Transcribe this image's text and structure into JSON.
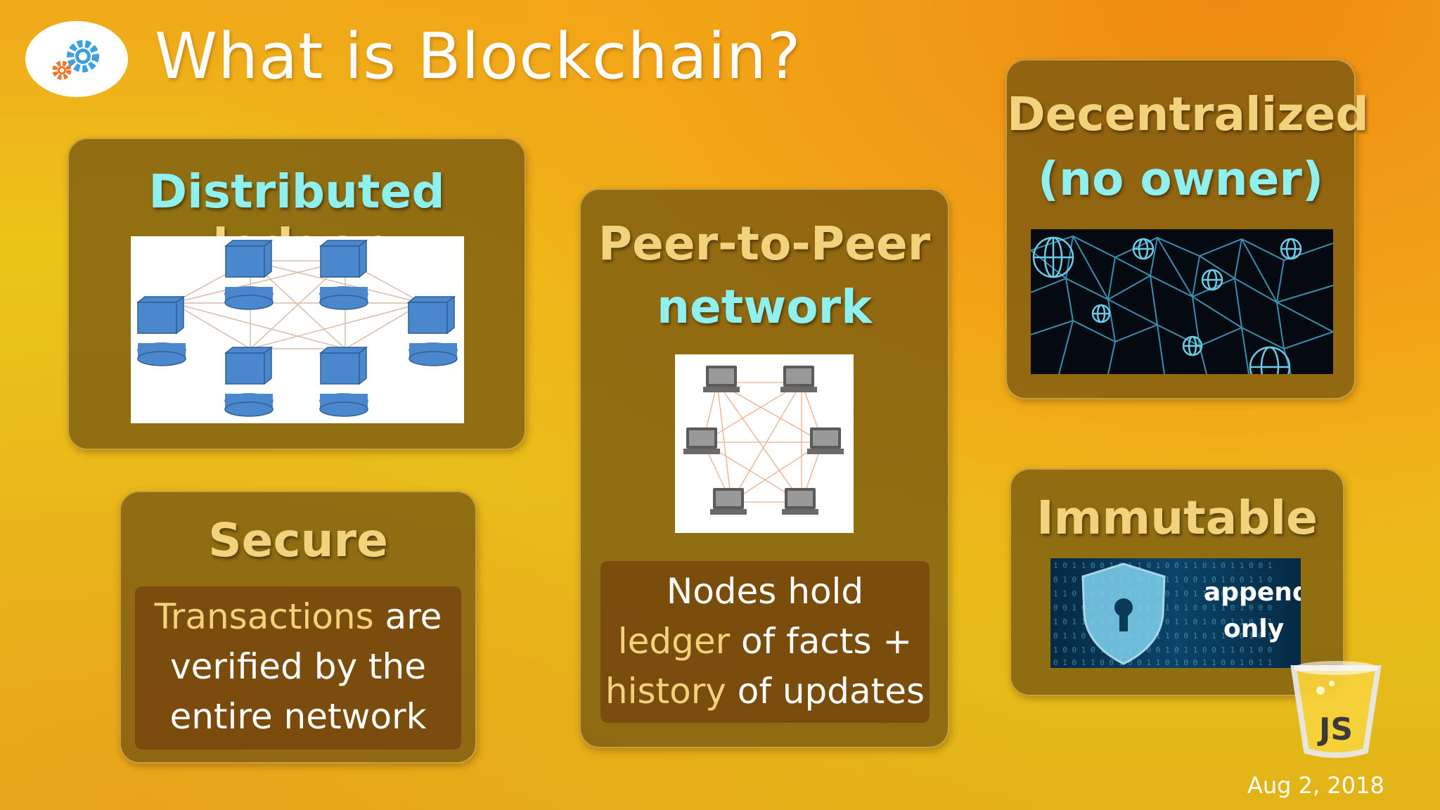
{
  "title": "What is Blockchain?",
  "cards": {
    "distributed": {
      "word1": "Distributed",
      "word2": "ledger"
    },
    "p2p": {
      "line1": "Peer-to-Peer",
      "line2": "network"
    },
    "decentralized": {
      "line1": "Decentralized",
      "line2": "(no owner)"
    },
    "secure": {
      "heading": "Secure",
      "t1": "Transactions",
      "t2": " are",
      "t3": "verified by the",
      "t4": "entire network"
    },
    "nodes": {
      "l1": "Nodes hold",
      "l2a": "ledger",
      "l2b": " of facts +",
      "l3a": "history",
      "l3b": " of updates"
    },
    "immutable": {
      "heading": "Immutable",
      "append": "append",
      "only": "only"
    }
  },
  "badge": {
    "label": "JS"
  },
  "date": "Aug 2, 2018",
  "colors": {
    "accent_cyan": "#8ef0ef",
    "accent_gold": "#f3d27c"
  }
}
